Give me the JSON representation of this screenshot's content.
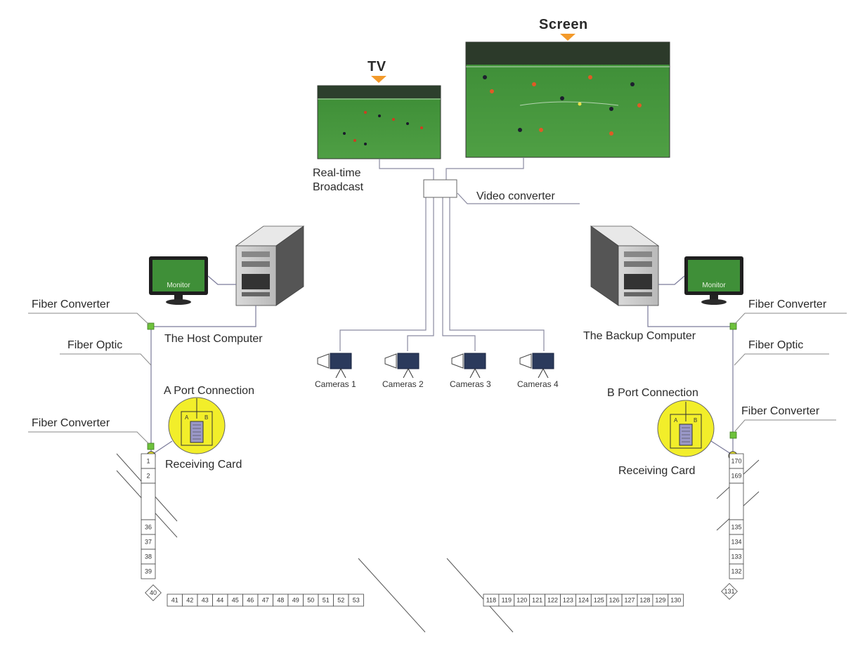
{
  "labels": {
    "tv": "TV",
    "screen": "Screen",
    "realtime_line1": "Real-time",
    "realtime_line2": "Broadcast",
    "video_converter": "Video converter",
    "host_computer": "The Host Computer",
    "backup_computer": "The Backup Computer",
    "monitor": "Monitor",
    "fiber_converter": "Fiber Converter",
    "fiber_optic": "Fiber Optic",
    "a_port": "A Port Connection",
    "b_port": "B Port Connection",
    "receiving_card": "Receiving Card",
    "port_a": "A",
    "port_b": "B"
  },
  "cameras": [
    "Cameras 1",
    "Cameras 2",
    "Cameras 3",
    "Cameras 4"
  ],
  "modules": {
    "left_top": [
      "1",
      "2"
    ],
    "left_lower": [
      "36",
      "37",
      "38",
      "39"
    ],
    "corner_left": "40",
    "bottom_left": [
      "41",
      "42",
      "43",
      "44",
      "45",
      "46",
      "47",
      "48",
      "49",
      "50",
      "51",
      "52",
      "53"
    ],
    "bottom_right": [
      "118",
      "119",
      "120",
      "121",
      "122",
      "123",
      "124",
      "125",
      "126",
      "127",
      "128",
      "129",
      "130"
    ],
    "corner_right": "131",
    "right_top": [
      "170",
      "169"
    ],
    "right_lower": [
      "135",
      "134",
      "133",
      "132"
    ]
  },
  "colors": {
    "fiber_line": "#9a98c8",
    "converter_green": "#6ec23c",
    "port_yellow": "#f2ee2a",
    "arrow_orange": "#f39a2a",
    "camera_navy": "#2b3a5c",
    "field_green": "#3f8f38"
  }
}
